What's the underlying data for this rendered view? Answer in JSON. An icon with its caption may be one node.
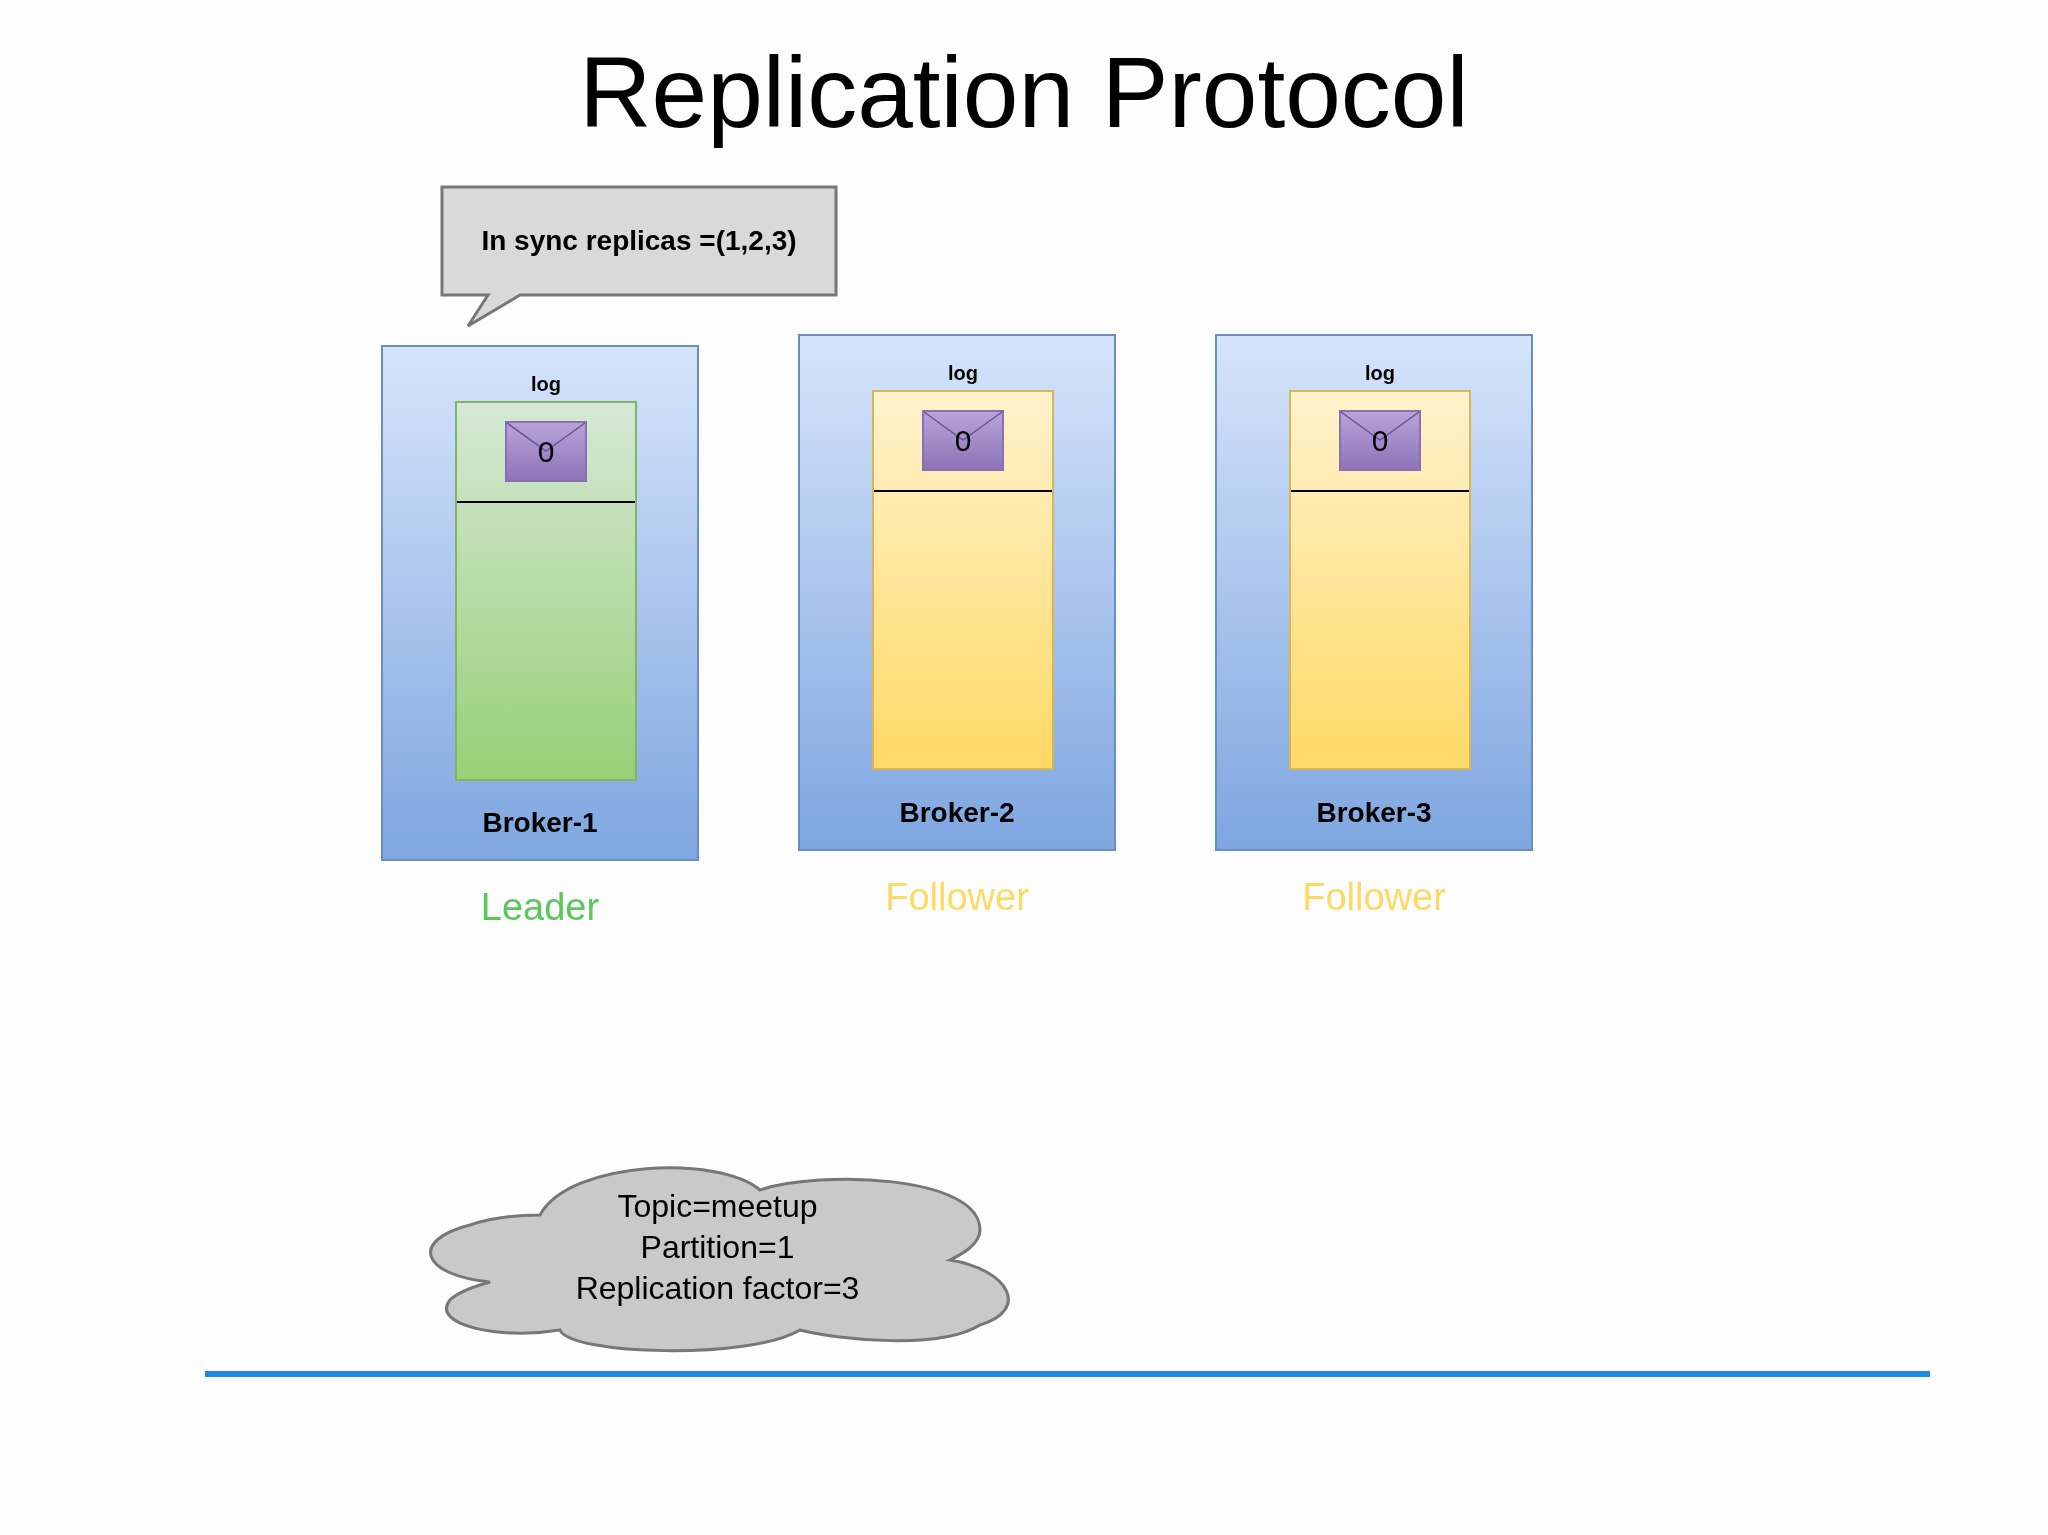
{
  "diagram": {
    "title": "Replication Protocol",
    "nodes": [
      {
        "text": [
          "In sync replicas =(1,2,3)"
        ]
      },
      {
        "text": [
          "Broker-1"
        ],
        "beside": [
          "Leader"
        ]
      },
      {
        "text": [
          "log"
        ],
        "in": 1
      },
      {
        "text": [
          "0"
        ],
        "in": 2
      },
      {
        "text": [
          "Broker-2"
        ],
        "beside": [
          "Follower"
        ]
      },
      {
        "text": [
          "log"
        ],
        "in": 4
      },
      {
        "text": [
          "0"
        ],
        "in": 5
      },
      {
        "text": [
          "Broker-3"
        ],
        "beside": [
          "Follower"
        ]
      },
      {
        "text": [
          "log"
        ],
        "in": 7
      },
      {
        "text": [
          "0"
        ],
        "in": 8
      },
      {
        "text": [
          "Topic=meetup",
          "Partition=1",
          "Replication factor=3"
        ]
      }
    ],
    "edges": []
  }
}
